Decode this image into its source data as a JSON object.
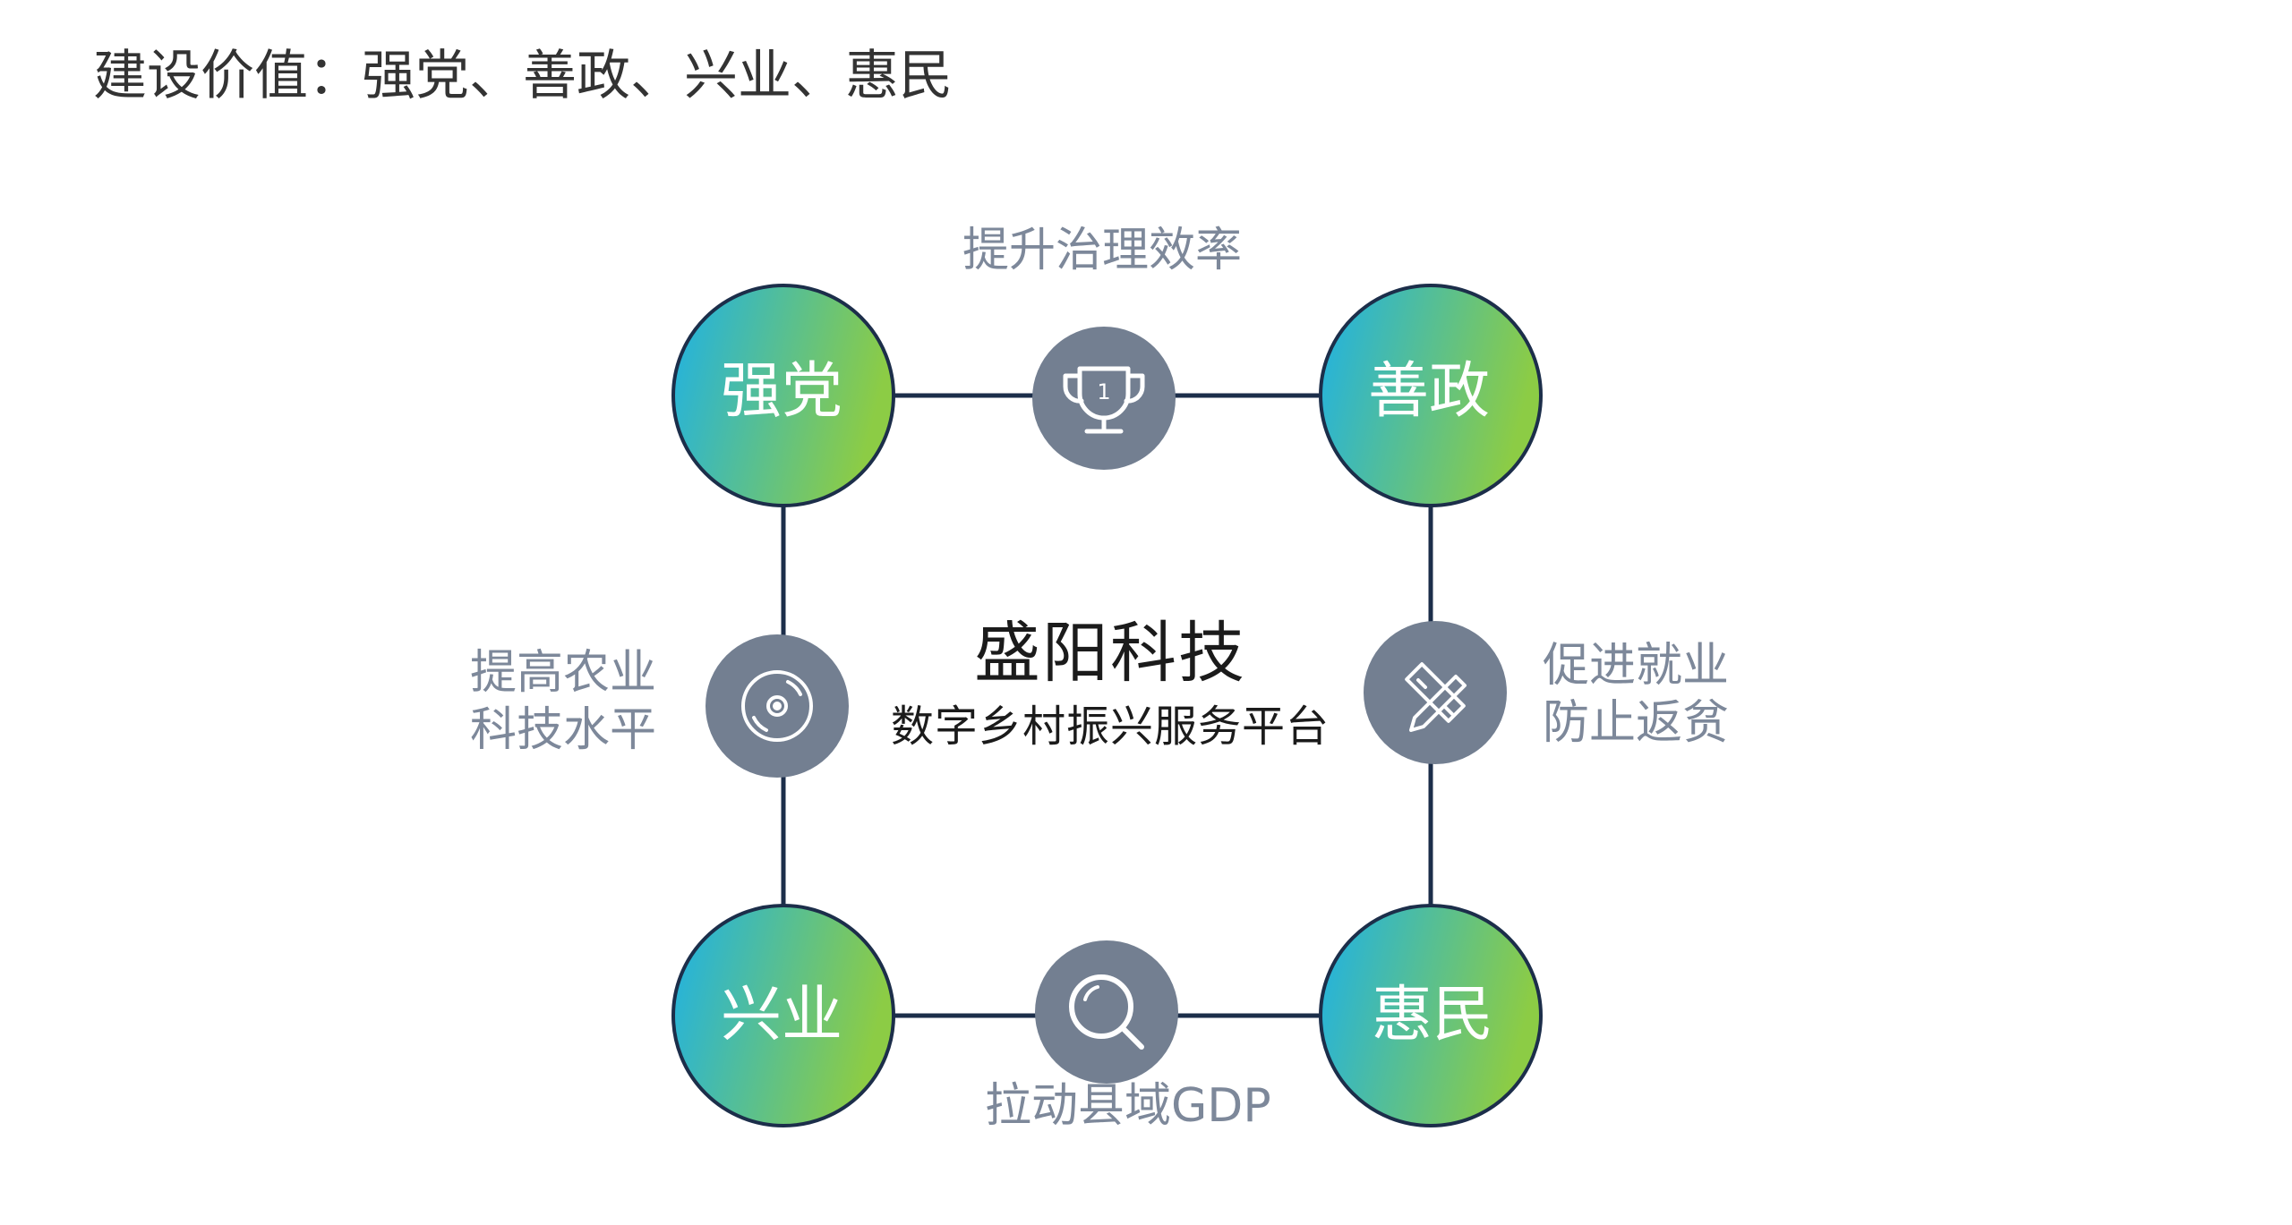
{
  "page": {
    "title": "建设价值：强党、善政、兴业、惠民"
  },
  "center": {
    "title": "盛阳科技",
    "subtitle": "数字乡村振兴服务平台"
  },
  "nodes": {
    "top_left": "强党",
    "top_right": "善政",
    "bottom_left": "兴业",
    "bottom_right": "惠民"
  },
  "captions": {
    "top": "提升治理效率",
    "left": [
      "提高农业",
      "科技水平"
    ],
    "right": [
      "促进就业",
      "防止返贫"
    ],
    "bottom": "拉动县域GDP"
  },
  "icons": {
    "top": "trophy-icon",
    "left": "disc-icon",
    "right": "ruler-pencil-icon",
    "bottom": "search-icon"
  },
  "colors": {
    "gradient_start": "#1eb1e6",
    "gradient_end": "#8ccc45",
    "node_stroke": "#1c2e4a",
    "connector": "#1c2e4a",
    "icon_circle": "#737f91",
    "caption": "#7d889a"
  }
}
